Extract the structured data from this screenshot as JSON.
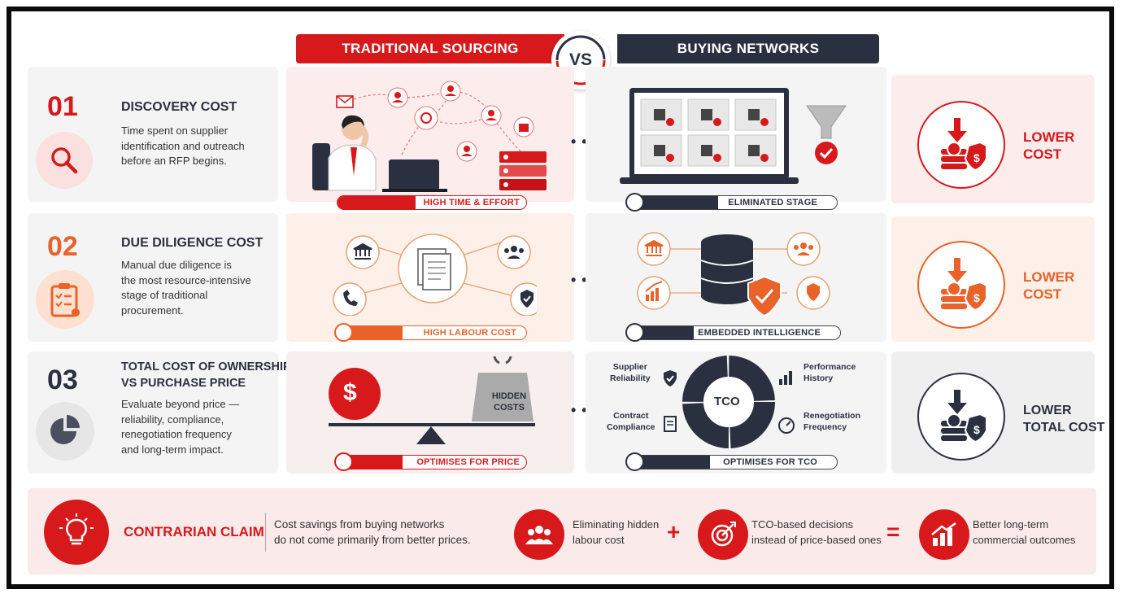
{
  "header": {
    "left_title": "TRADITIONAL SOURCING",
    "vs": "VS",
    "right_title": "BUYING NETWORKS"
  },
  "rows": [
    {
      "number": "01",
      "title_line1": "DISCOVERY COST",
      "title_line2": "",
      "desc": [
        "Time spent on supplier",
        "identification and outreach",
        "before an RFP begins."
      ],
      "trad_label": "HIGH TIME & EFFORT",
      "net_label": "ELIMINATED STAGE",
      "result_line1": "LOWER",
      "result_line2": "COST",
      "color": "#d7191c"
    },
    {
      "number": "02",
      "title_line1": "DUE DILIGENCE COST",
      "title_line2": "",
      "desc": [
        "Manual due diligence is",
        "the most resource-intensive",
        "stage of traditional",
        "procurement."
      ],
      "trad_label": "HIGH LABOUR COST",
      "net_label": "EMBEDDED INTELLIGENCE",
      "result_line1": "LOWER",
      "result_line2": "COST",
      "color": "#e8622a"
    },
    {
      "number": "03",
      "title_line1": "TOTAL COST OF OWNERSHIP",
      "title_line2": "VS PURCHASE PRICE",
      "desc": [
        "Evaluate beyond price —",
        "reliability, compliance,",
        "renegotiation frequency",
        "and long-term impact."
      ],
      "trad_label": "OPTIMISES FOR PRICE",
      "net_label": "OPTIMISES FOR TCO",
      "result_line1": "LOWER",
      "result_line2": "TOTAL COST",
      "color": "#2b3040"
    }
  ],
  "scale": {
    "dollar": "$",
    "weight_line1": "HIDDEN",
    "weight_line2": "COSTS"
  },
  "tco": {
    "center": "TCO",
    "tl_1": "Supplier",
    "tl_2": "Reliability",
    "tr_1": "Performance",
    "tr_2": "History",
    "bl_1": "Contract",
    "bl_2": "Compliance",
    "br_1": "Renegotiation",
    "br_2": "Frequency"
  },
  "bottom": {
    "claim": "CONTRARIAN CLAIM",
    "claim_text_1": "Cost savings from buying networks",
    "claim_text_2": "do not come primarily from better prices.",
    "item1_1": "Eliminating hidden",
    "item1_2": "labour cost",
    "plus": "+",
    "item2_1": "TCO-based decisions",
    "item2_2": "instead of price-based ones",
    "equals": "=",
    "item3_1": "Better long-term",
    "item3_2": "commercial outcomes"
  },
  "colors": {
    "red": "#d7191c",
    "orange": "#e8622a",
    "navy": "#2b3040"
  },
  "icons": [
    "magnifier-icon",
    "clipboard-icon",
    "pie-chart-icon",
    "money-shield-icon",
    "bank-icon",
    "team-icon",
    "phone-icon",
    "shield-check-icon",
    "database-icon",
    "funnel-icon",
    "lightbulb-icon",
    "target-icon",
    "growth-chart-icon"
  ]
}
